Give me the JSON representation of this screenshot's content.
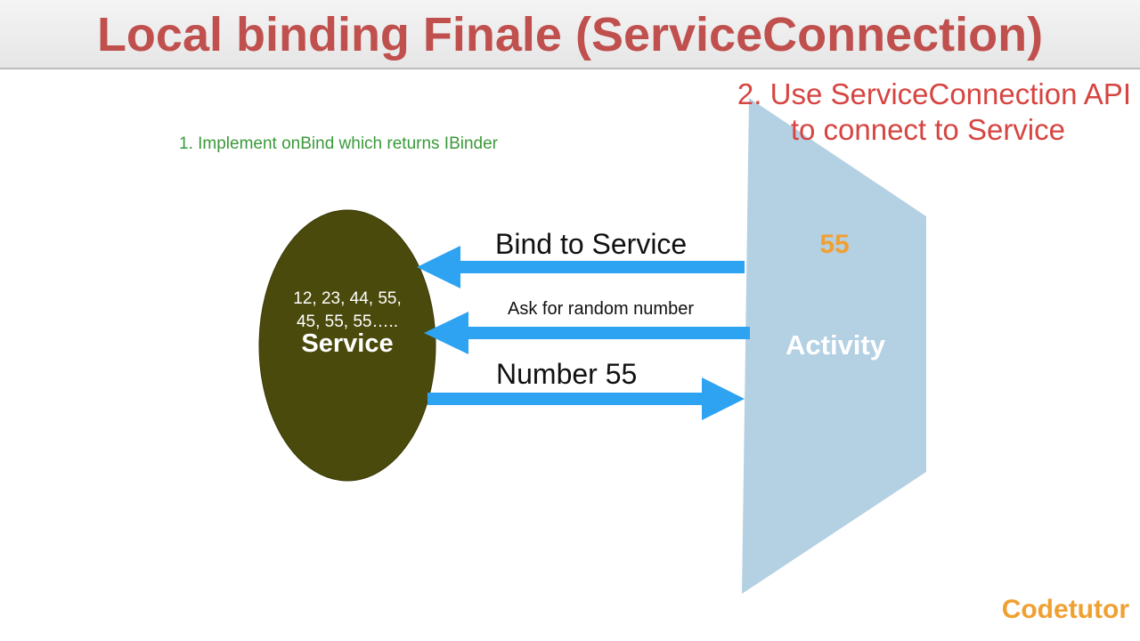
{
  "title": "Local binding Finale (ServiceConnection)",
  "steps": {
    "step1": "1. Implement onBind which returns IBinder",
    "step2_line1": "2. Use ServiceConnection  API",
    "step2_line2": "to connect to Service"
  },
  "service": {
    "numbers_line1": "12, 23, 44, 55,",
    "numbers_line2": "45, 55, 55…..",
    "label": "Service"
  },
  "activity": {
    "label": "Activity",
    "value": "55"
  },
  "arrows": {
    "bind": "Bind to Service",
    "ask": "Ask for random number",
    "number": "Number 55"
  },
  "brand": "Codetutor",
  "colors": {
    "title": "#c0504d",
    "step1": "#3a9a3a",
    "step2": "#d64541",
    "service_fill": "#4a4a0c",
    "activity_fill": "#b4d0e3",
    "arrow": "#2ea3f2",
    "accent": "#f0a030"
  }
}
